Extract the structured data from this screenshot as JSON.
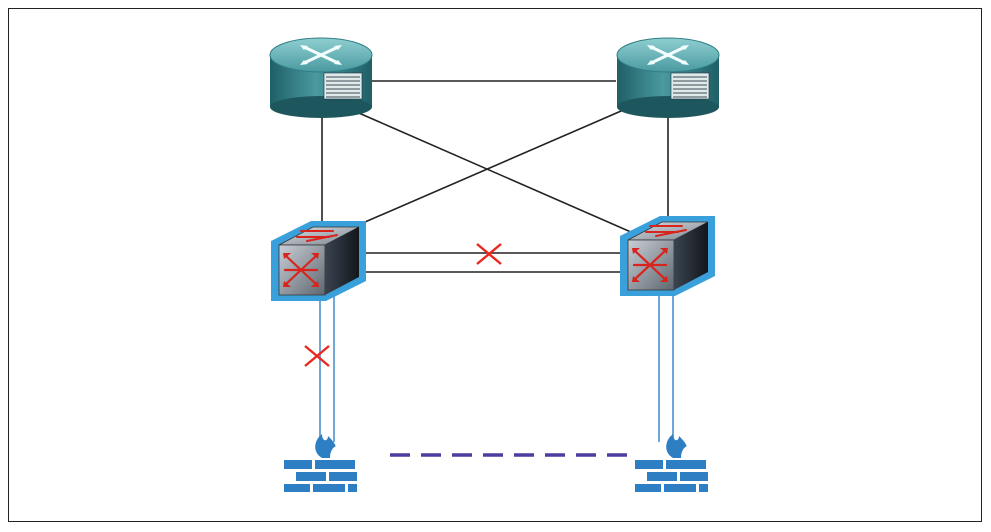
{
  "diagram": {
    "nodes": [
      {
        "id": "router-left",
        "type": "router",
        "icon": "router-icon"
      },
      {
        "id": "router-right",
        "type": "router",
        "icon": "router-icon"
      },
      {
        "id": "switch-left",
        "type": "switch",
        "icon": "switch-icon"
      },
      {
        "id": "switch-right",
        "type": "switch",
        "icon": "switch-icon"
      },
      {
        "id": "firewall-left",
        "type": "firewall",
        "icon": "firewall-icon"
      },
      {
        "id": "firewall-right",
        "type": "firewall",
        "icon": "firewall-icon"
      }
    ],
    "links": [
      {
        "from": "router-left",
        "to": "router-right",
        "style": "solid",
        "blocked": false
      },
      {
        "from": "router-left",
        "to": "switch-left",
        "style": "solid",
        "blocked": false
      },
      {
        "from": "router-left",
        "to": "switch-right",
        "style": "solid",
        "blocked": false
      },
      {
        "from": "router-right",
        "to": "switch-left",
        "style": "solid",
        "blocked": false
      },
      {
        "from": "router-right",
        "to": "switch-right",
        "style": "solid",
        "blocked": false
      },
      {
        "from": "switch-left",
        "to": "switch-right",
        "style": "solid",
        "blocked": true
      },
      {
        "from": "switch-left",
        "to": "switch-right",
        "style": "solid",
        "blocked": false
      },
      {
        "from": "switch-left",
        "to": "firewall-left",
        "style": "solid",
        "blocked": true
      },
      {
        "from": "switch-left",
        "to": "firewall-left",
        "style": "solid",
        "blocked": false
      },
      {
        "from": "switch-right",
        "to": "firewall-right",
        "style": "solid",
        "blocked": false
      },
      {
        "from": "switch-right",
        "to": "firewall-right",
        "style": "solid",
        "blocked": false
      },
      {
        "from": "firewall-left",
        "to": "firewall-right",
        "style": "dashed",
        "blocked": false
      }
    ],
    "colors": {
      "router": "#2f7d85",
      "switch_border": "#3aa0dc",
      "blocked_mark": "#e8281f",
      "firewall": "#2e7ec4",
      "access_link": "#6fa7d8",
      "dashed_link": "#4b3ea0",
      "line": "#222222"
    }
  }
}
